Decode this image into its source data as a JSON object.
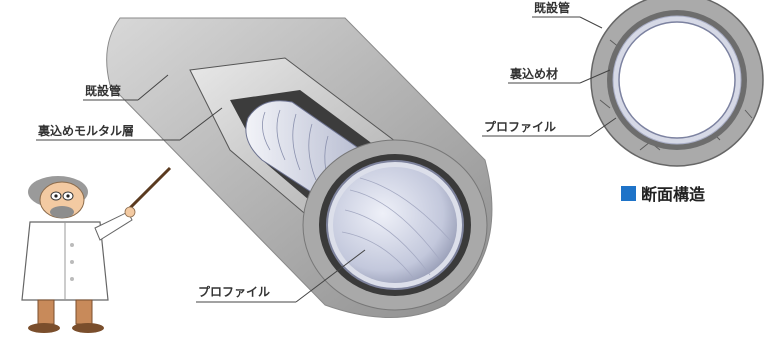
{
  "left_diagram": {
    "label_existing_pipe": "既設管",
    "label_backfill_mortar": "裏込めモルタル層",
    "label_profile": "プロファイル"
  },
  "right_diagram": {
    "label_existing_pipe": "既設管",
    "label_backfill": "裏込め材",
    "label_profile": "プロファイル",
    "caption": "断面構造"
  },
  "colors": {
    "pipe_concrete": "#b9b9b9",
    "mortar_dark": "#3c3c3c",
    "profile_inner": "#c9cde0",
    "caption_square": "#1e73c8"
  },
  "icons": [
    "professor-illustration"
  ]
}
